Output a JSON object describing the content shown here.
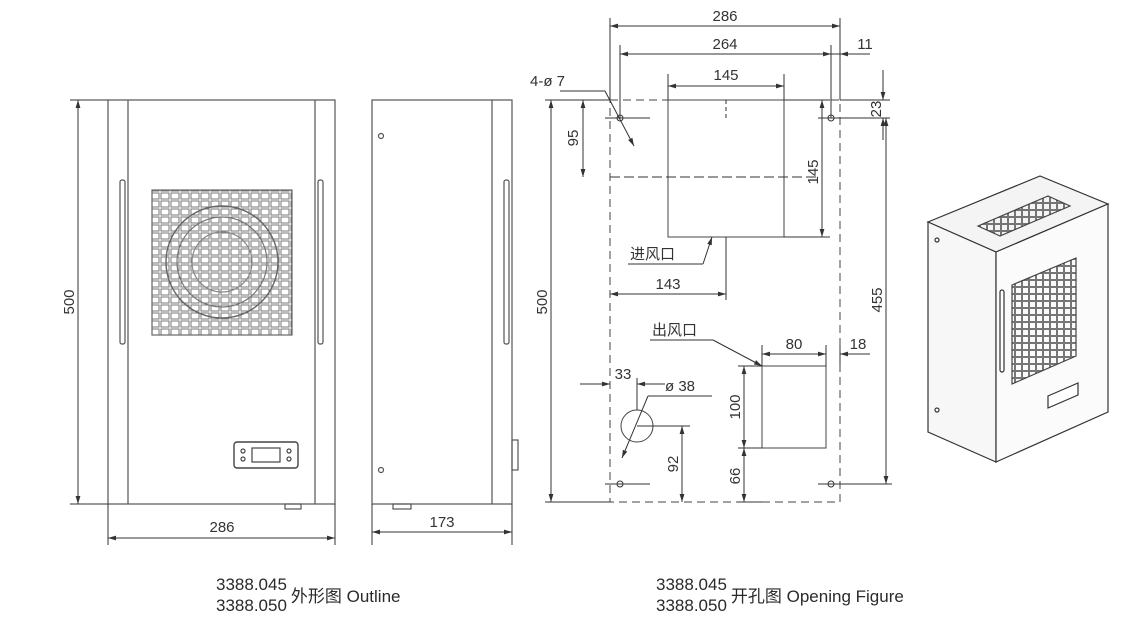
{
  "outline": {
    "front_width_label": "286",
    "front_height_label": "500",
    "side_depth_label": "173"
  },
  "opening": {
    "overall_width_label": "286",
    "hole_spacing_label": "264",
    "right_offset_label": "11",
    "top_offset_label": "23",
    "hole_spec_label": "4-ø 7",
    "inlet_width_label": "145",
    "inlet_height_label": "145",
    "inlet_top_label": "95",
    "inlet_left_label": "143",
    "inlet_text": "进风口",
    "outlet_text": "出风口",
    "outlet_width_label": "80",
    "outlet_right_label": "18",
    "outlet_height_label": "100",
    "outlet_bottom_label": "66",
    "circle_left_label": "33",
    "circle_dia_label": "ø 38",
    "circle_bottom_label": "92",
    "overall_height_label": "500",
    "hole_vert_spacing_label": "455"
  },
  "captions": {
    "outline": {
      "code1": "3388.045",
      "code2": "3388.050",
      "title": "外形图 Outline"
    },
    "opening": {
      "code1": "3388.045",
      "code2": "3388.050",
      "title": "开孔图 Opening Figure"
    }
  }
}
